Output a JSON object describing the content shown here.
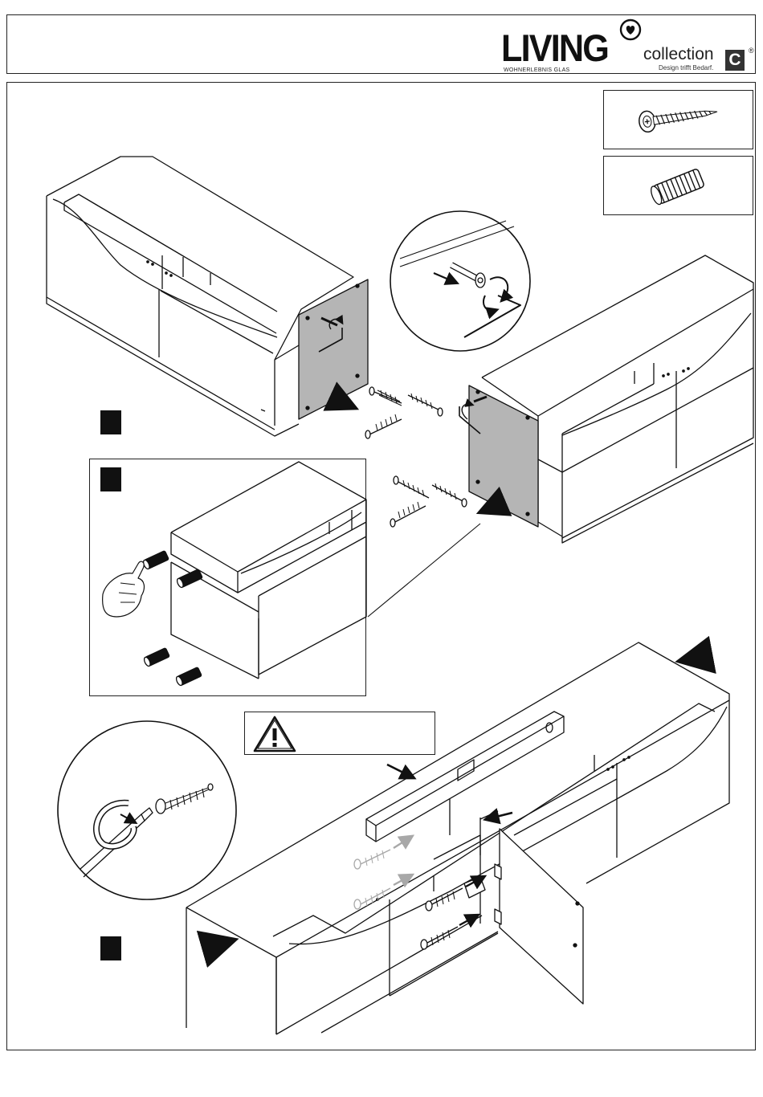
{
  "header": {
    "brand_name": "LIVING",
    "brand_subtitle": "WOHNERLEBNIS GLAS",
    "brand_collection": "collection",
    "brand_tagline": "Design trifft Bedarf.",
    "brand_badge": "C",
    "registered_mark": "®"
  },
  "parts": [
    {
      "icon": "wood-screw-icon"
    },
    {
      "icon": "wooden-dowel-icon"
    }
  ],
  "steps": [
    {
      "icon": "step-marker-1"
    },
    {
      "icon": "step-marker-2"
    },
    {
      "icon": "step-marker-3"
    }
  ],
  "warning": {
    "icon": "warning-triangle-icon"
  },
  "colors": {
    "line": "#111111",
    "panel_grey": "#b5b5b5",
    "arrow_grey": "#a8a8a8",
    "marker": "#111111"
  }
}
